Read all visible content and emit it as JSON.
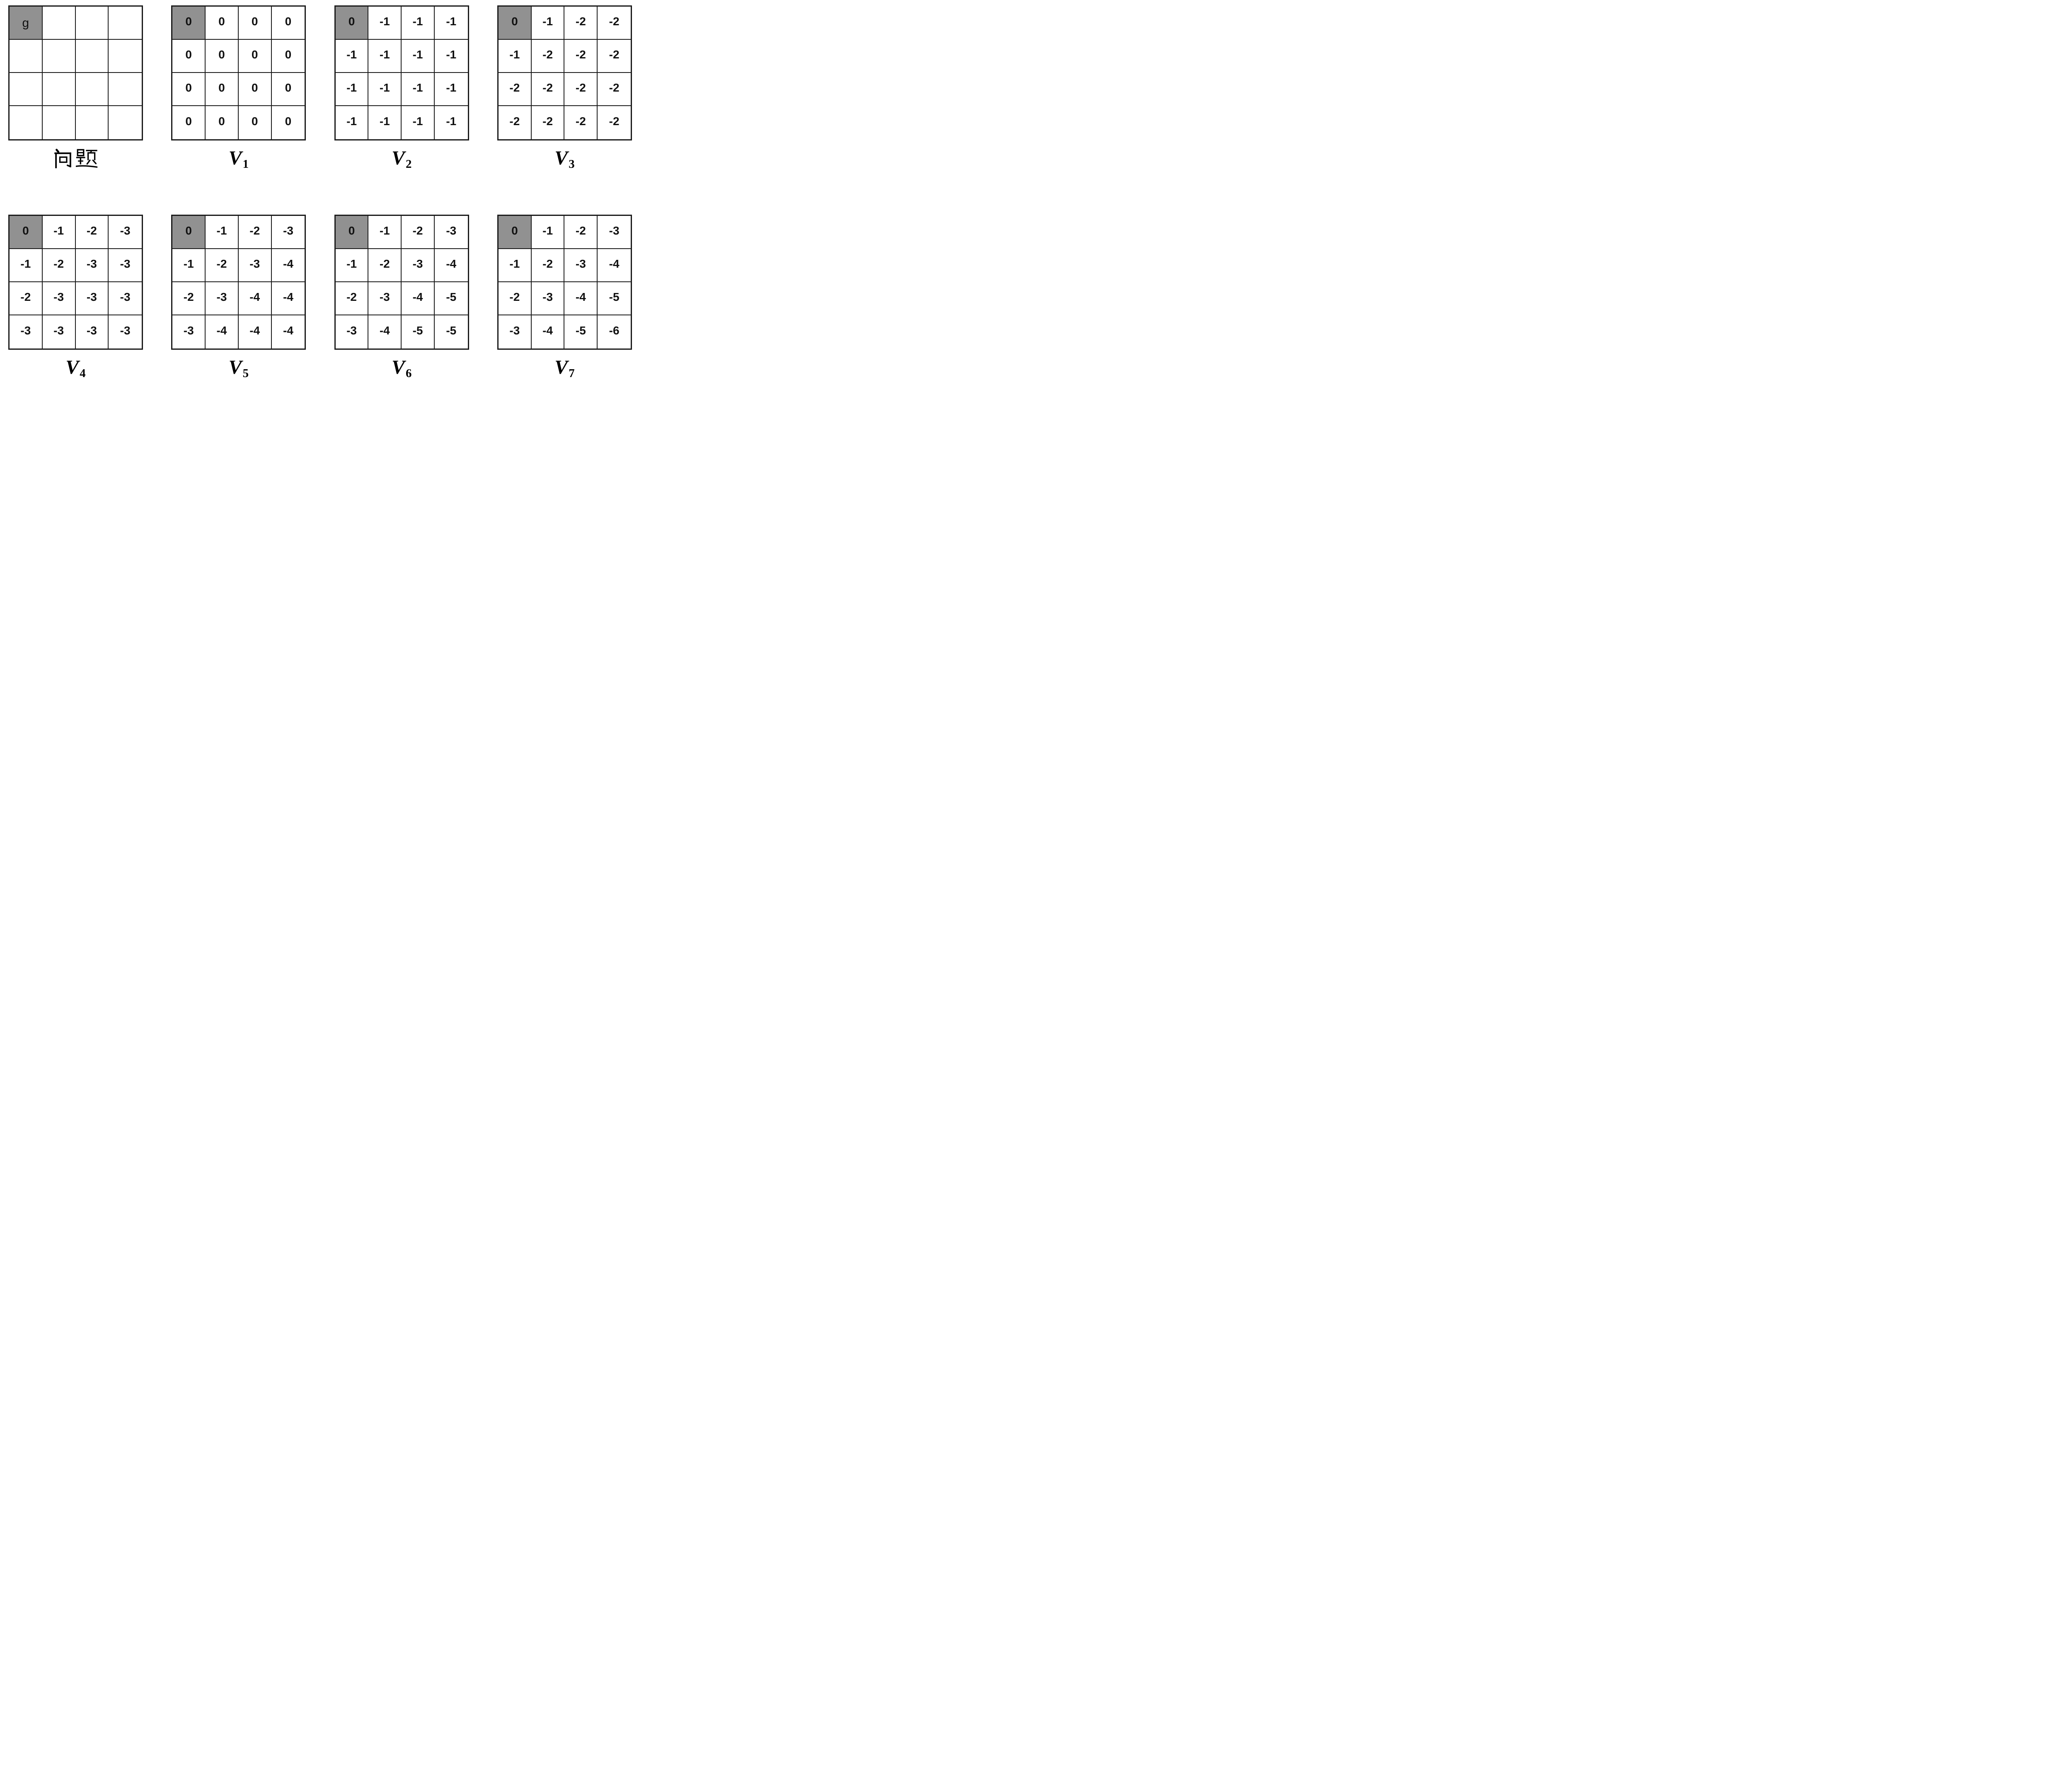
{
  "figure": {
    "background": "#ffffff",
    "grid_line_color": "#1a1a1a",
    "goal_cell_color": "#919191",
    "description_of_goal_marker": "g",
    "panels": [
      {
        "name": "problem",
        "row": 0,
        "label": "问题",
        "goal_cell": {
          "row": 0,
          "col": 0
        },
        "cells": [
          [
            "g",
            "",
            "",
            ""
          ],
          [
            "",
            "",
            "",
            ""
          ],
          [
            "",
            "",
            "",
            ""
          ],
          [
            "",
            "",
            "",
            ""
          ]
        ]
      },
      {
        "name": "v1",
        "row": 0,
        "label": "V1",
        "label_base": "V",
        "label_sub": "1",
        "goal_cell": {
          "row": 0,
          "col": 0
        },
        "cells": [
          [
            "0",
            "0",
            "0",
            "0"
          ],
          [
            "0",
            "0",
            "0",
            "0"
          ],
          [
            "0",
            "0",
            "0",
            "0"
          ],
          [
            "0",
            "0",
            "0",
            "0"
          ]
        ]
      },
      {
        "name": "v2",
        "row": 0,
        "label": "V2",
        "label_base": "V",
        "label_sub": "2",
        "goal_cell": {
          "row": 0,
          "col": 0
        },
        "cells": [
          [
            "0",
            "-1",
            "-1",
            "-1"
          ],
          [
            "-1",
            "-1",
            "-1",
            "-1"
          ],
          [
            "-1",
            "-1",
            "-1",
            "-1"
          ],
          [
            "-1",
            "-1",
            "-1",
            "-1"
          ]
        ]
      },
      {
        "name": "v3",
        "row": 0,
        "label": "V3",
        "label_base": "V",
        "label_sub": "3",
        "goal_cell": {
          "row": 0,
          "col": 0
        },
        "cells": [
          [
            "0",
            "-1",
            "-2",
            "-2"
          ],
          [
            "-1",
            "-2",
            "-2",
            "-2"
          ],
          [
            "-2",
            "-2",
            "-2",
            "-2"
          ],
          [
            "-2",
            "-2",
            "-2",
            "-2"
          ]
        ]
      },
      {
        "name": "v4",
        "row": 1,
        "label": "V4",
        "label_base": "V",
        "label_sub": "4",
        "goal_cell": {
          "row": 0,
          "col": 0
        },
        "cells": [
          [
            "0",
            "-1",
            "-2",
            "-3"
          ],
          [
            "-1",
            "-2",
            "-3",
            "-3"
          ],
          [
            "-2",
            "-3",
            "-3",
            "-3"
          ],
          [
            "-3",
            "-3",
            "-3",
            "-3"
          ]
        ]
      },
      {
        "name": "v5",
        "row": 1,
        "label": "V5",
        "label_base": "V",
        "label_sub": "5",
        "goal_cell": {
          "row": 0,
          "col": 0
        },
        "cells": [
          [
            "0",
            "-1",
            "-2",
            "-3"
          ],
          [
            "-1",
            "-2",
            "-3",
            "-4"
          ],
          [
            "-2",
            "-3",
            "-4",
            "-4"
          ],
          [
            "-3",
            "-4",
            "-4",
            "-4"
          ]
        ]
      },
      {
        "name": "v6",
        "row": 1,
        "label": "V6",
        "label_base": "V",
        "label_sub": "6",
        "goal_cell": {
          "row": 0,
          "col": 0
        },
        "cells": [
          [
            "0",
            "-1",
            "-2",
            "-3"
          ],
          [
            "-1",
            "-2",
            "-3",
            "-4"
          ],
          [
            "-2",
            "-3",
            "-4",
            "-5"
          ],
          [
            "-3",
            "-4",
            "-5",
            "-5"
          ]
        ]
      },
      {
        "name": "v7",
        "row": 1,
        "label": "V7",
        "label_base": "V",
        "label_sub": "7",
        "goal_cell": {
          "row": 0,
          "col": 0
        },
        "cells": [
          [
            "0",
            "-1",
            "-2",
            "-3"
          ],
          [
            "-1",
            "-2",
            "-3",
            "-4"
          ],
          [
            "-2",
            "-3",
            "-4",
            "-5"
          ],
          [
            "-3",
            "-4",
            "-5",
            "-6"
          ]
        ]
      }
    ]
  }
}
